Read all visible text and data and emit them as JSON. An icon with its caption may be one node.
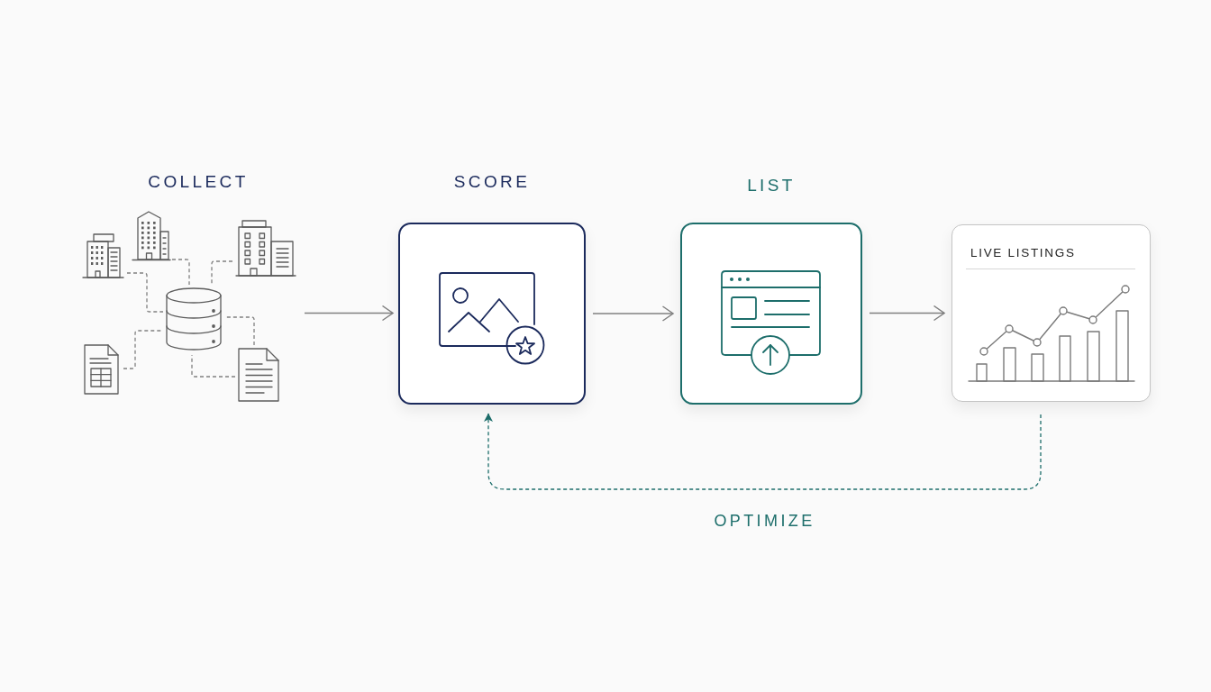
{
  "diagram": {
    "nodes": [
      {
        "text": [
          "COLLECT"
        ]
      },
      {
        "text": [],
        "shape": "building",
        "in": 0
      },
      {
        "text": [],
        "shape": "building",
        "in": 0
      },
      {
        "text": [],
        "shape": "building",
        "in": 0
      },
      {
        "text": [],
        "shape": "cylinder",
        "in": 0
      },
      {
        "text": [],
        "shape": "document",
        "in": 0
      },
      {
        "text": [],
        "shape": "document",
        "in": 0
      },
      {
        "text": [
          "SCORE"
        ]
      },
      {
        "text": [
          "LIST"
        ]
      },
      {
        "text": [
          "LIVE LISTINGS"
        ]
      }
    ],
    "edges": [
      {
        "from": 0,
        "to": 7,
        "arrow": "to"
      },
      {
        "from": 7,
        "to": 8,
        "arrow": "to"
      },
      {
        "from": 8,
        "to": 9,
        "arrow": "to"
      },
      {
        "from": 9,
        "to": 7,
        "arrow": "to",
        "label": "OPTIMIZE",
        "style": "dashed",
        "color": "#1d6e6b"
      },
      {
        "from": 1,
        "to": 4,
        "arrow": "none",
        "style": "dashed"
      },
      {
        "from": 2,
        "to": 4,
        "arrow": "none",
        "style": "dashed"
      },
      {
        "from": 3,
        "to": 4,
        "arrow": "none",
        "style": "dashed"
      },
      {
        "from": 5,
        "to": 4,
        "arrow": "none",
        "style": "dashed"
      },
      {
        "from": 6,
        "to": 4,
        "arrow": "none",
        "style": "dashed"
      },
      {
        "from": 6,
        "to": 4,
        "arrow": "none",
        "style": "dashed"
      }
    ]
  }
}
